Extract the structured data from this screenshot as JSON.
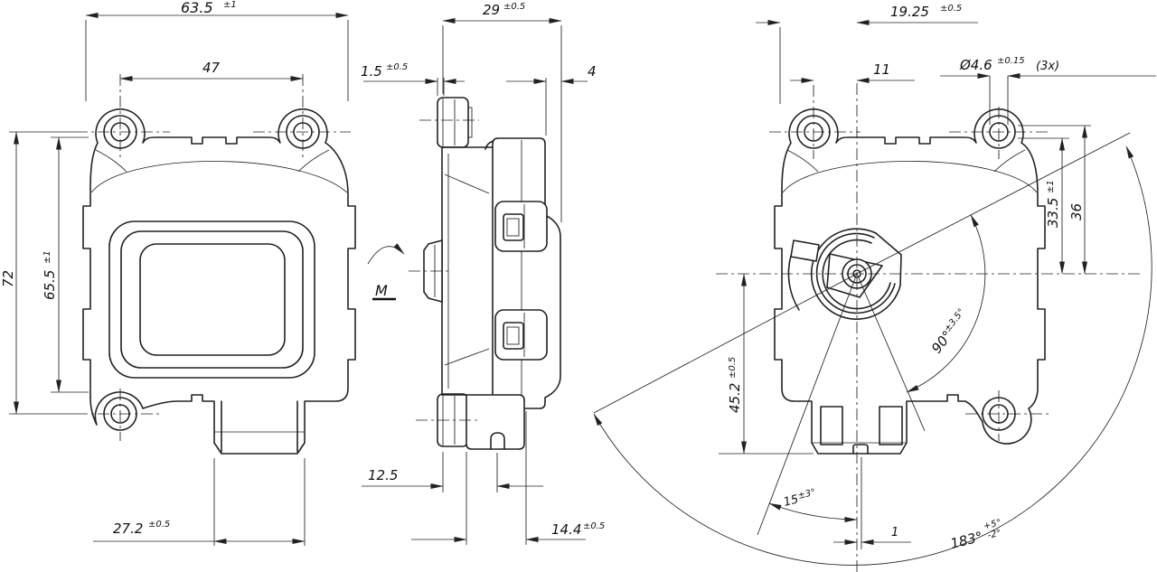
{
  "drawing": {
    "background": "#ffffff",
    "line_color": "#222222",
    "motor": {
      "label": "M"
    },
    "dims": {
      "front_width": {
        "value": "63.5",
        "tol": "±1"
      },
      "front_holes": {
        "value": "47"
      },
      "front_height": {
        "value": "72"
      },
      "front_body": {
        "value": "65.5",
        "tol": "±1"
      },
      "front_conn": {
        "value": "27.2",
        "tol": "±0.5"
      },
      "side_depth": {
        "value": "29",
        "tol": "±0.5"
      },
      "side_lip": {
        "value": "1.5",
        "tol": "±0.5"
      },
      "side_cover": {
        "value": "4"
      },
      "side_shaft": {
        "value": "12.5"
      },
      "side_conn": {
        "value": "14.4",
        "tol": "±0.5"
      },
      "rear_edge_axis": {
        "value": "19.25",
        "tol": "±0.5"
      },
      "rear_hole_axis": {
        "value": "11"
      },
      "rear_hole_dia": {
        "value": "Ø4.6",
        "tol": "±0.15",
        "note": "(3x)"
      },
      "rear_axis_top": {
        "value": "33.5",
        "tol": "±1"
      },
      "rear_flange_top": {
        "value": "36"
      },
      "rear_axis_bottom": {
        "value": "45.2",
        "tol": "±0.5"
      },
      "rear_angle_work": {
        "value": "90°",
        "tol": "±3.5°"
      },
      "rear_angle_lever": {
        "value": "15",
        "tol": "±3°"
      },
      "rear_conn_offset": {
        "value": "1"
      },
      "rear_angle_total": {
        "value": "183°",
        "tol_plus": "+5°",
        "tol_minus": "-2°"
      }
    }
  }
}
